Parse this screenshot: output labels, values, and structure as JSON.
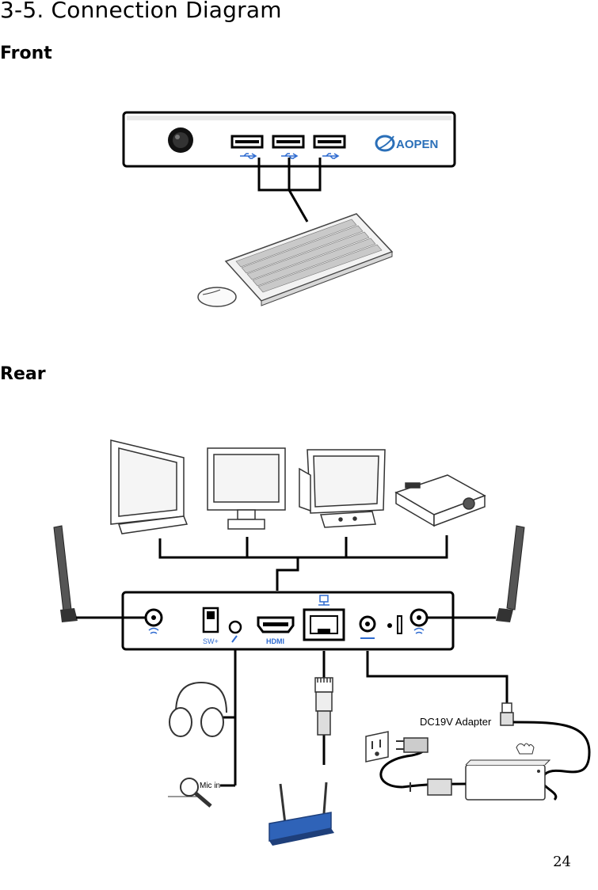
{
  "page": {
    "heading": "3-5. Connection Diagram",
    "front_label": "Front",
    "rear_label": "Rear",
    "page_number": "24"
  },
  "front_panel": {
    "brand": "AOPEN"
  },
  "rear_panel": {
    "power_switch_label": "SW+",
    "hdmi_label": "HDMI"
  },
  "peripherals": {
    "dc_adapter_label": "DC19V Adapter",
    "mic_label": "Mic in"
  },
  "colors": {
    "line": "#000000",
    "aopen_blue": "#2a6fb8",
    "port_blue": "#2e6bd0",
    "router_blue": "#2f63b8"
  }
}
